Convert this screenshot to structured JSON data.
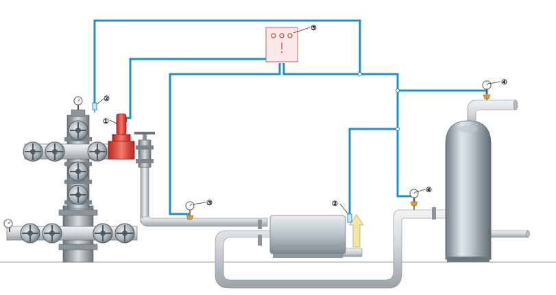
{
  "callouts": {
    "c1": "①",
    "c2a": "②",
    "c2b": "②",
    "c3": "③",
    "c4a": "④",
    "c4b": "④",
    "c5": "⑤"
  },
  "components": {
    "wellhead": "wellhead-christmas-tree",
    "valve_1": "safety-shutoff-valve",
    "sensor_2": "pressure-sensor",
    "gauge_3": "pressure-gauge",
    "gauge_4": "pressure-gauge",
    "panel_5": "control-panel",
    "heater": "heat-exchanger",
    "separator": "separator-vessel"
  },
  "colors": {
    "signal_line": "#1f8fc8",
    "pipe": "#c9ced2",
    "valve_red": "#e0443a",
    "gauge_brass": "#d99a3a",
    "exhaust_arrow": "#f3e9a6"
  }
}
